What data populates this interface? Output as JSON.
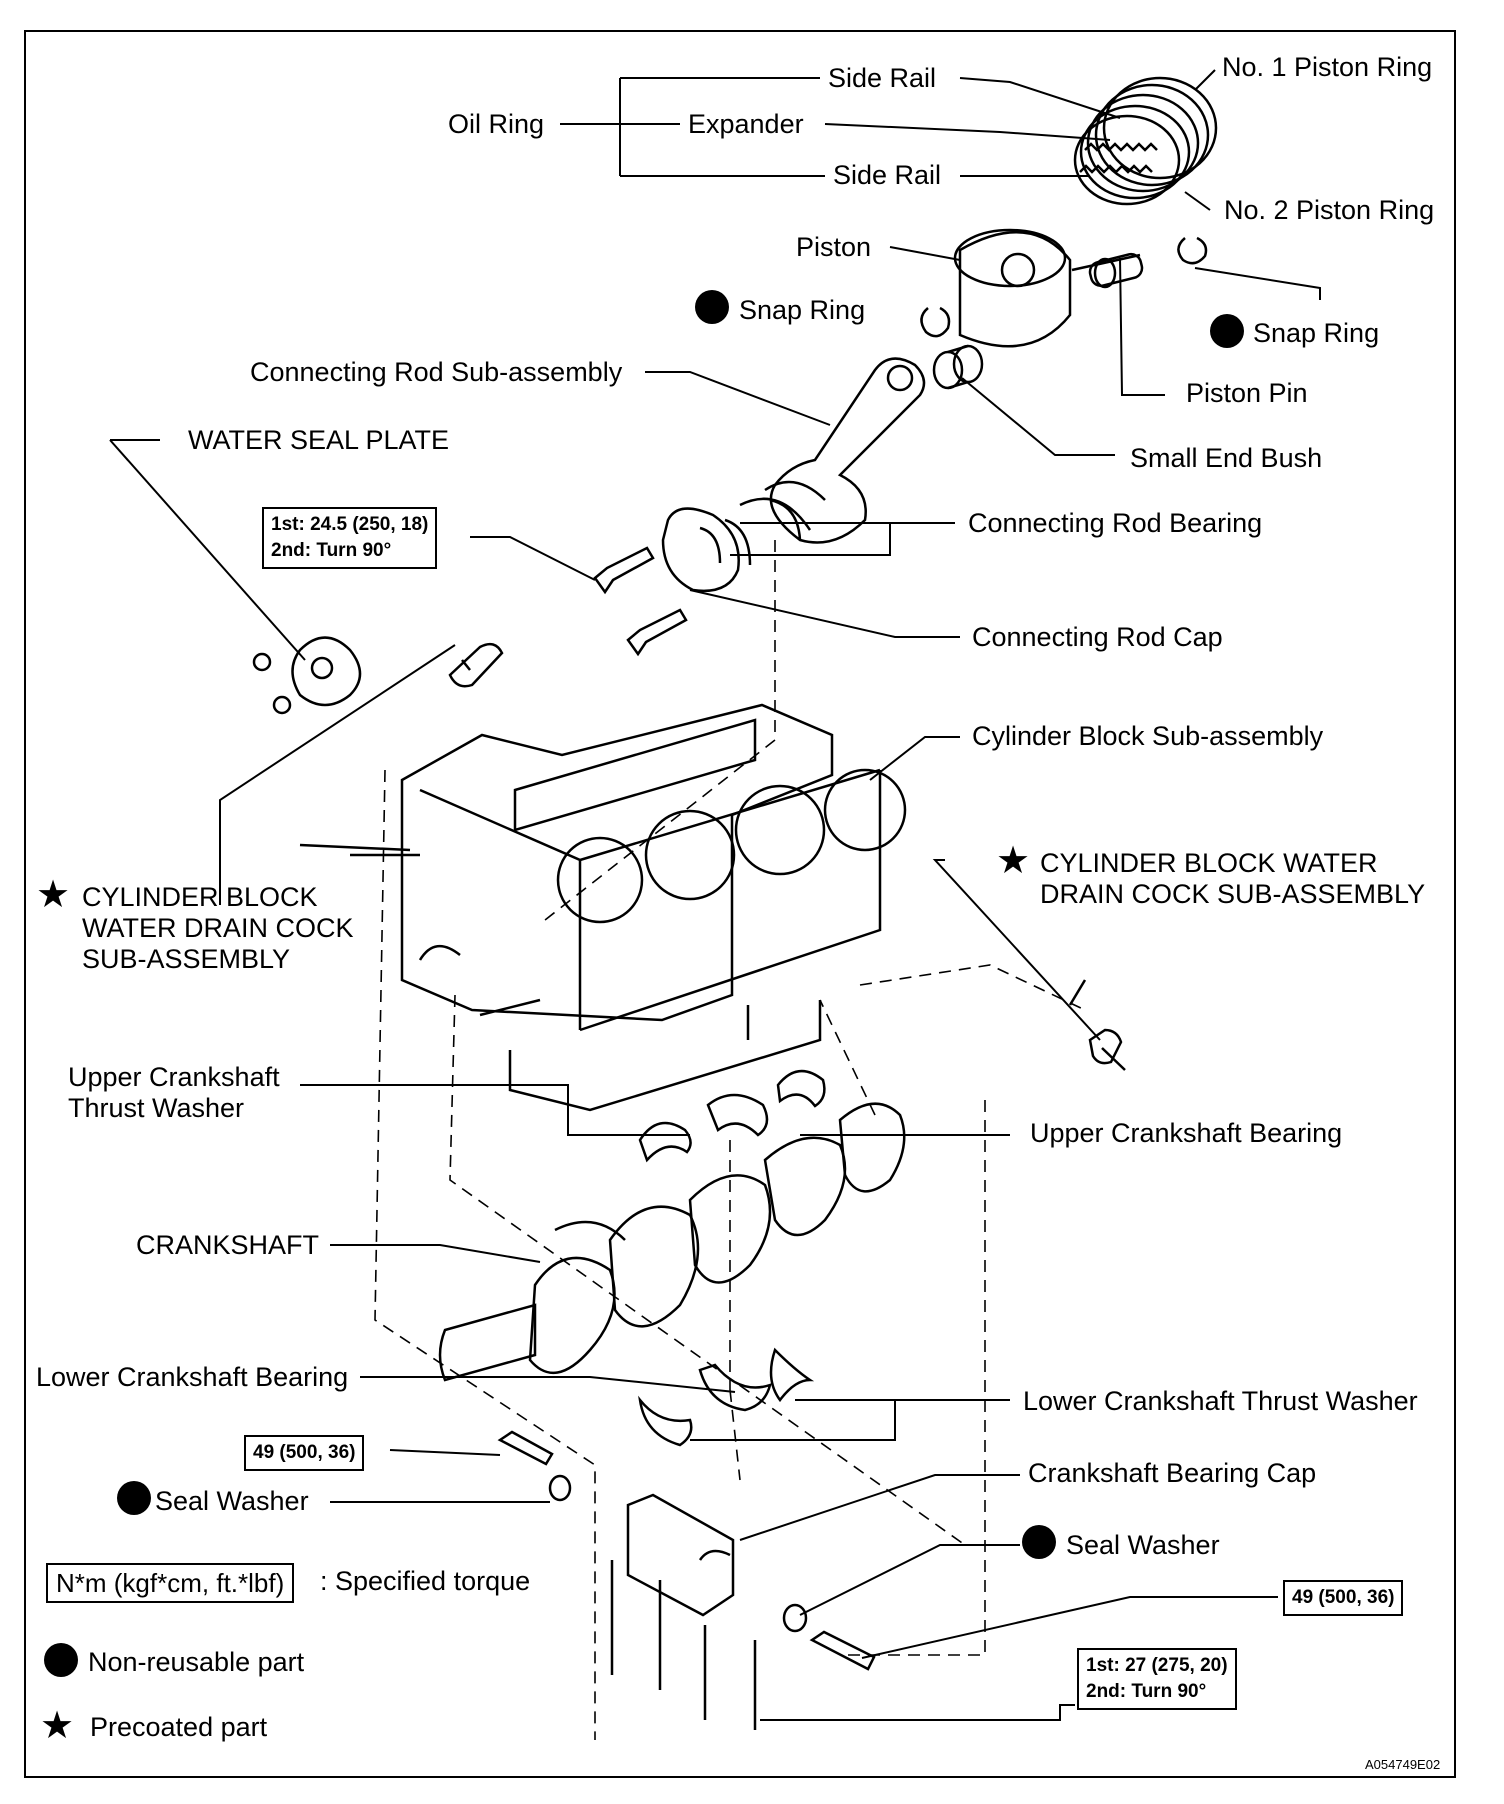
{
  "labels": {
    "side_rail_top": "Side Rail",
    "no1_piston_ring": "No. 1 Piston Ring",
    "oil_ring": "Oil Ring",
    "expander": "Expander",
    "side_rail_bottom": "Side Rail",
    "no2_piston_ring": "No. 2 Piston Ring",
    "piston": "Piston",
    "snap_ring_left": "Snap Ring",
    "snap_ring_right": "Snap Ring",
    "connecting_rod": "Connecting Rod Sub-assembly",
    "piston_pin": "Piston Pin",
    "water_seal_plate": "WATER SEAL PLATE",
    "small_end_bush": "Small End Bush",
    "rod_bearing": "Connecting Rod Bearing",
    "rod_cap": "Connecting Rod Cap",
    "cylinder_block": "Cylinder Block Sub-assembly",
    "drain_cock_right": "CYLINDER BLOCK WATER DRAIN COCK SUB-ASSEMBLY",
    "drain_cock_left": "CYLINDER BLOCK WATER DRAIN COCK SUB-ASSEMBLY",
    "upper_thrust_washer": "Upper Crankshaft Thrust Washer",
    "upper_bearing": "Upper Crankshaft Bearing",
    "crankshaft": "CRANKSHAFT",
    "lower_bearing": "Lower Crankshaft Bearing",
    "lower_thrust_washer": "Lower Crankshaft Thrust Washer",
    "bearing_cap": "Crankshaft Bearing Cap",
    "seal_washer_left": "Seal Washer",
    "seal_washer_right": "Seal Washer"
  },
  "torques": {
    "rod_cap_line1": "1st: 24.5 (250, 18)",
    "rod_cap_line2": "2nd: Turn 90°",
    "seal_bolt_left": "49 (500, 36)",
    "seal_bolt_right": "49 (500, 36)",
    "cap_bolt_line1": "1st: 27 (275, 20)",
    "cap_bolt_line2": "2nd: Turn 90°"
  },
  "legend": {
    "torque_unit": "N*m (kgf*cm, ft.*lbf)",
    "torque_desc": ": Specified torque",
    "non_reusable": "Non-reusable part",
    "precoated": "Precoated part"
  },
  "figure_code": "A054749E02",
  "symbols": {
    "non_reusable_marker": "filled-circle",
    "precoated_marker": "star"
  }
}
